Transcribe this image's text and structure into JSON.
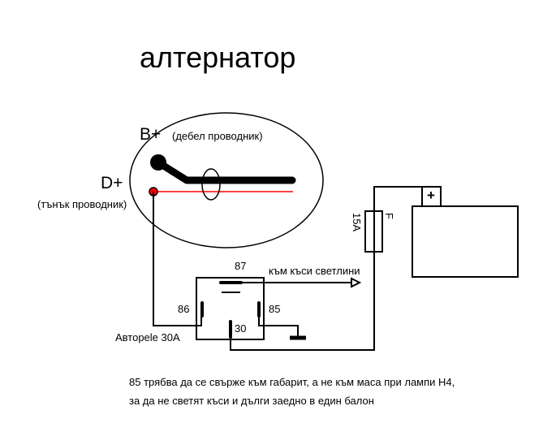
{
  "title": "алтернатор",
  "alternator": {
    "b_plus": "B+",
    "b_plus_note": "(дебел проводник)",
    "d_plus": "D+",
    "d_plus_note": "(тънък проводник)"
  },
  "relay": {
    "name": "Авторele 30A",
    "pin_87": "87",
    "pin_86": "86",
    "pin_85": "85",
    "pin_30": "30",
    "output_label": "към къси светлини"
  },
  "fuse": {
    "label": "F",
    "rating": "15A"
  },
  "battery": {
    "plus": "+"
  },
  "note": [
    "85 трябва да се свърже към габарит, а не към маса при лампи H4,",
    "за да не светят къси и дълги заедно в един балон"
  ],
  "colors": {
    "wire": "#000000",
    "d_plus_wire": "#ff0000"
  }
}
